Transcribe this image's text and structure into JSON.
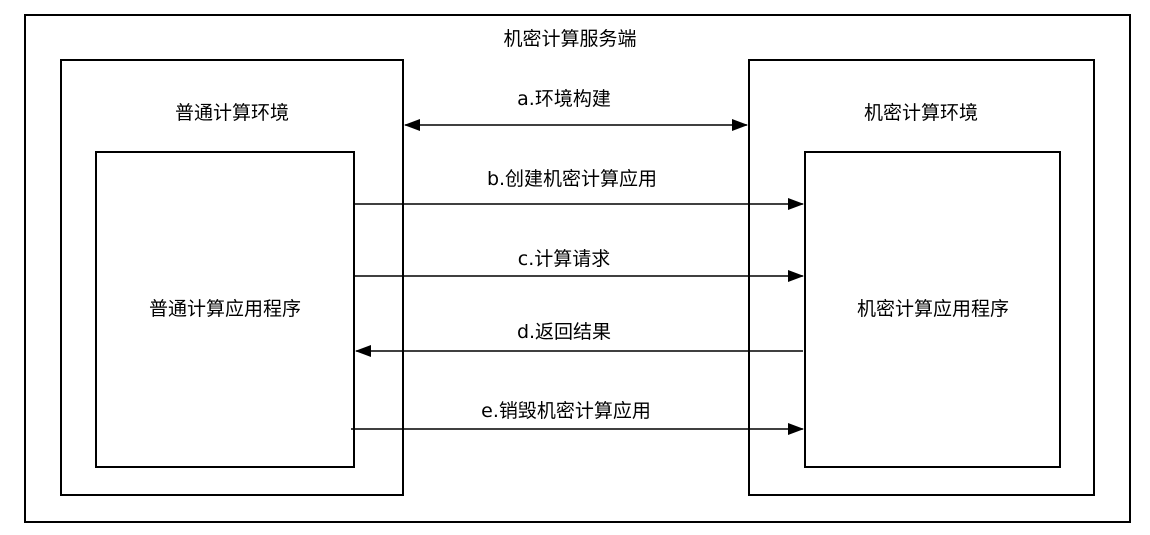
{
  "server": {
    "title": "机密计算服务端"
  },
  "left_env": {
    "title": "普通计算环境",
    "app": {
      "label": "普通计算应用程序"
    }
  },
  "right_env": {
    "title": "机密计算环境",
    "app": {
      "label": "机密计算应用程序"
    }
  },
  "flows": [
    {
      "label": "a.环境构建",
      "direction": "both"
    },
    {
      "label": "b.创建机密计算应用",
      "direction": "right"
    },
    {
      "label": "c.计算请求",
      "direction": "right"
    },
    {
      "label": "d.返回结果",
      "direction": "left"
    },
    {
      "label": "e.销毁机密计算应用",
      "direction": "right"
    }
  ]
}
